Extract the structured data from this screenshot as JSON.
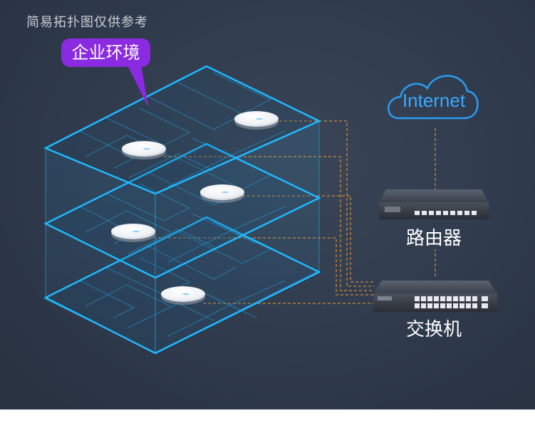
{
  "note": "简易拓扑图仅供参考",
  "environment_label": "企业环境",
  "internet_label": "Internet",
  "router_label": "路由器",
  "switch_label": "交换机",
  "colors": {
    "background": "#303b4d",
    "floor_line": "#1fb8ff",
    "callout": "#8a2be2",
    "cable": "#c98a3a",
    "cloud": "#2a9cf5"
  }
}
